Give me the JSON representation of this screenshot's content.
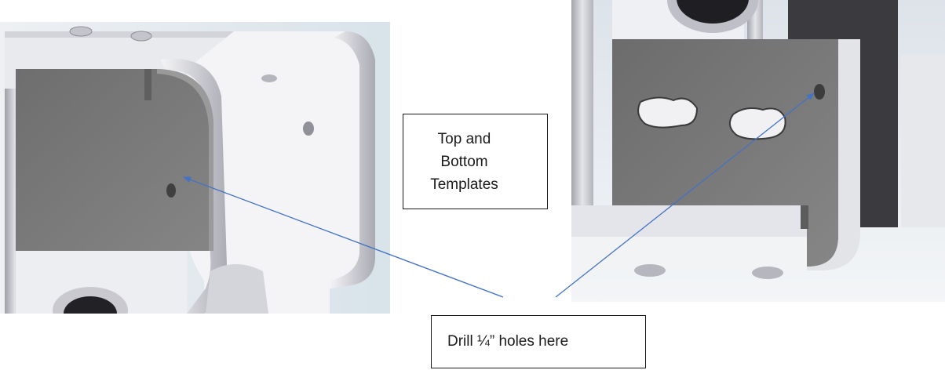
{
  "labels": {
    "templates_line1": "Top and",
    "templates_line2": "Bottom",
    "templates_line3": "Templates",
    "drill": "Drill ¼” holes here"
  },
  "colors": {
    "arrow": "#4472c4",
    "box_border": "#1a1a1a",
    "template_plate": "#7f7f7f",
    "part_light": "#f2f2f4",
    "part_shadow": "#b9bac2"
  }
}
